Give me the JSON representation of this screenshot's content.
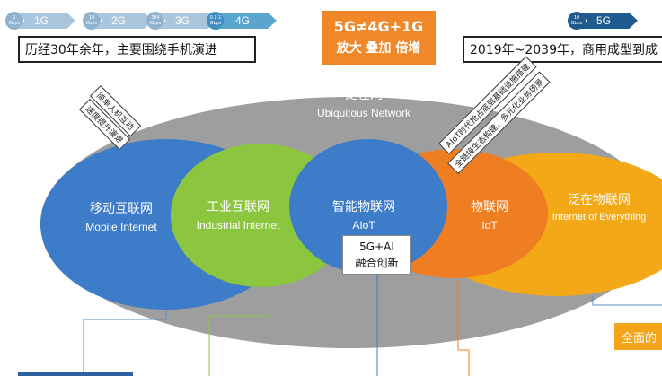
{
  "generations": [
    {
      "circle_top": "2",
      "circle_bottom": "Kbps",
      "label": "1G"
    },
    {
      "circle_top": "10",
      "circle_bottom": "Kbps",
      "label": "2G"
    },
    {
      "circle_top": "384",
      "circle_bottom": "Kbps",
      "label": "3G"
    },
    {
      "circle_top": "0.1-1",
      "circle_bottom": "Gbps",
      "label": "4G"
    }
  ],
  "gen_5g": {
    "circle_top": "10",
    "circle_bottom": "Gbps",
    "label": "5G"
  },
  "left_title": "历经30年余年，主要围绕手机演进",
  "right_title": "2019年~2039年，商用成型到成",
  "center_tag": {
    "line1": "5G≠4G+1G",
    "line2": "放大 叠加 倍增"
  },
  "left_notes": [
    "简单人机互动",
    "速度提升演进"
  ],
  "right_notes": [
    "AIoT时代抢占底层基础设施搭建",
    "全链接生态构建，多元化业务场景"
  ],
  "outer": {
    "zh": "泛在网",
    "en": "Ubiquitous Network"
  },
  "mobile": {
    "zh": "移动互联网",
    "en": "Mobile Internet"
  },
  "industrial": {
    "zh": "工业互联网",
    "en": "Industrial Internet"
  },
  "aiot": {
    "zh": "智能物联网",
    "en": "AIoT"
  },
  "iot": {
    "zh": "物联网",
    "en": "IoT"
  },
  "everything": {
    "zh": "泛在物联网",
    "en": "Internet of Everything"
  },
  "fusion": {
    "line1": "5G+AI",
    "line2": "融合创新"
  },
  "bottom_right_tag": "全面的",
  "colors": {
    "outer": "#9e9e9e",
    "mobile": "#3d7cc9",
    "industrial": "#8cc63f",
    "aiot": "#3d7cc9",
    "iot": "#ef7d22",
    "everything": "#f3a818",
    "center_tag": "#f0882a"
  }
}
